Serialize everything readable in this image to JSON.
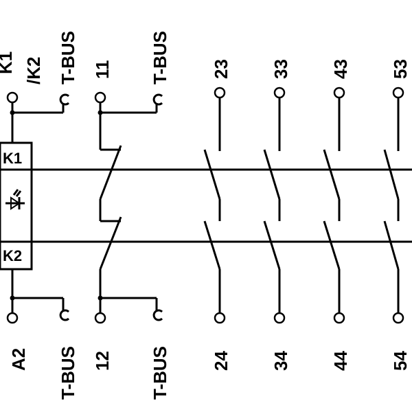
{
  "top_labels": {
    "k1_k2": "/K2",
    "k1_partial": "K1",
    "tbus_left": "T-BUS",
    "c11": "11",
    "tbus_right": "T-BUS",
    "c23": "23",
    "c33": "33",
    "c43": "43",
    "c53": "53"
  },
  "bottom_labels": {
    "a2": "A2",
    "tbus_left": "T-BUS",
    "c12": "12",
    "tbus_right": "T-BUS",
    "c24": "24",
    "c34": "34",
    "c44": "44",
    "c54": "54"
  },
  "relay_box": {
    "k1": "K1",
    "k2": "K2",
    "led_icon": "led-diode-icon"
  }
}
